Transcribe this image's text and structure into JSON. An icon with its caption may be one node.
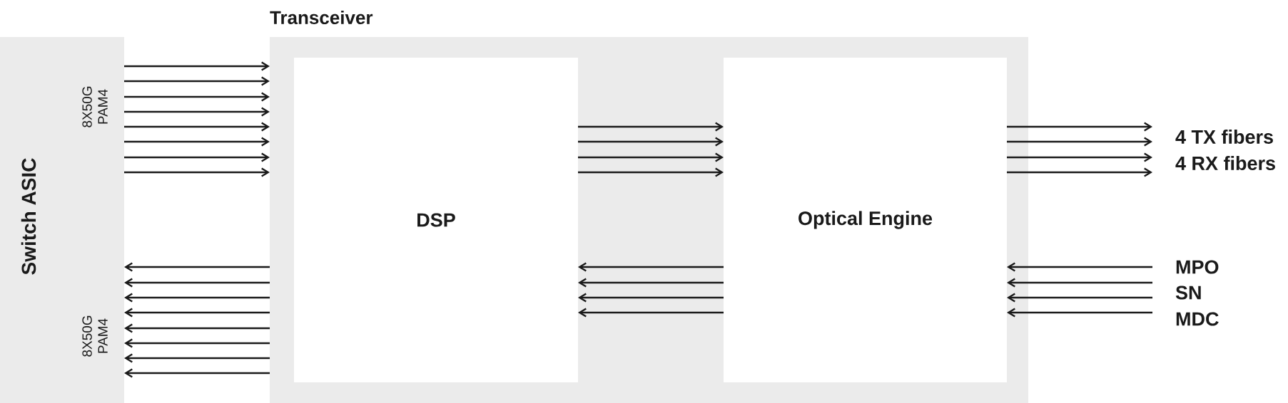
{
  "diagram": {
    "nodes": [
      {
        "text": [
          "Switch ASIC"
        ]
      },
      {
        "text": [
          "Transceiver"
        ]
      },
      {
        "text": [
          "DSP"
        ],
        "in": 1
      },
      {
        "text": [
          "Optical Engine"
        ],
        "in": 1
      }
    ],
    "edges": [
      {
        "from": 0,
        "to": 1,
        "arrow": "to"
      },
      {
        "from": 0,
        "to": 1,
        "arrow": "to"
      },
      {
        "from": 0,
        "to": 1,
        "arrow": "to"
      },
      {
        "from": 0,
        "to": 1,
        "arrow": "to"
      },
      {
        "from": 0,
        "to": 1,
        "arrow": "to"
      },
      {
        "from": 0,
        "to": 1,
        "arrow": "to"
      },
      {
        "from": 0,
        "to": 1,
        "arrow": "to"
      },
      {
        "from": 0,
        "to": 1,
        "arrow": "to"
      },
      {
        "from": 1,
        "to": 0,
        "arrow": "to"
      },
      {
        "from": 1,
        "to": 0,
        "arrow": "to"
      },
      {
        "from": 1,
        "to": 0,
        "arrow": "to"
      },
      {
        "from": 1,
        "to": 0,
        "arrow": "to"
      },
      {
        "from": 1,
        "to": 0,
        "arrow": "to"
      },
      {
        "from": 1,
        "to": 0,
        "arrow": "to"
      },
      {
        "from": 1,
        "to": 0,
        "arrow": "to"
      },
      {
        "from": 1,
        "to": 0,
        "arrow": "to"
      },
      {
        "from": 2,
        "to": 3,
        "arrow": "to"
      },
      {
        "from": 2,
        "to": 3,
        "arrow": "to"
      },
      {
        "from": 2,
        "to": 3,
        "arrow": "to"
      },
      {
        "from": 2,
        "to": 3,
        "arrow": "to"
      },
      {
        "from": 3,
        "to": 2,
        "arrow": "to"
      },
      {
        "from": 3,
        "to": 2,
        "arrow": "to"
      },
      {
        "from": 3,
        "to": 2,
        "arrow": "to"
      },
      {
        "from": 3,
        "to": 2,
        "arrow": "to"
      },
      {
        "from": 3,
        "to": null,
        "arrow": "to"
      },
      {
        "from": 3,
        "to": null,
        "arrow": "to"
      },
      {
        "from": 3,
        "to": null,
        "arrow": "to"
      },
      {
        "from": 3,
        "to": null,
        "arrow": "to"
      },
      {
        "from": null,
        "to": 3,
        "arrow": "to"
      },
      {
        "from": null,
        "to": 3,
        "arrow": "to"
      },
      {
        "from": null,
        "to": 3,
        "arrow": "to"
      },
      {
        "from": null,
        "to": 3,
        "arrow": "to"
      }
    ],
    "labels": [
      "8X50G PAM4",
      "8X50G PAM4",
      "4 TX fibers",
      "4 RX fibers",
      "MPO",
      "SN",
      "MDC"
    ]
  }
}
